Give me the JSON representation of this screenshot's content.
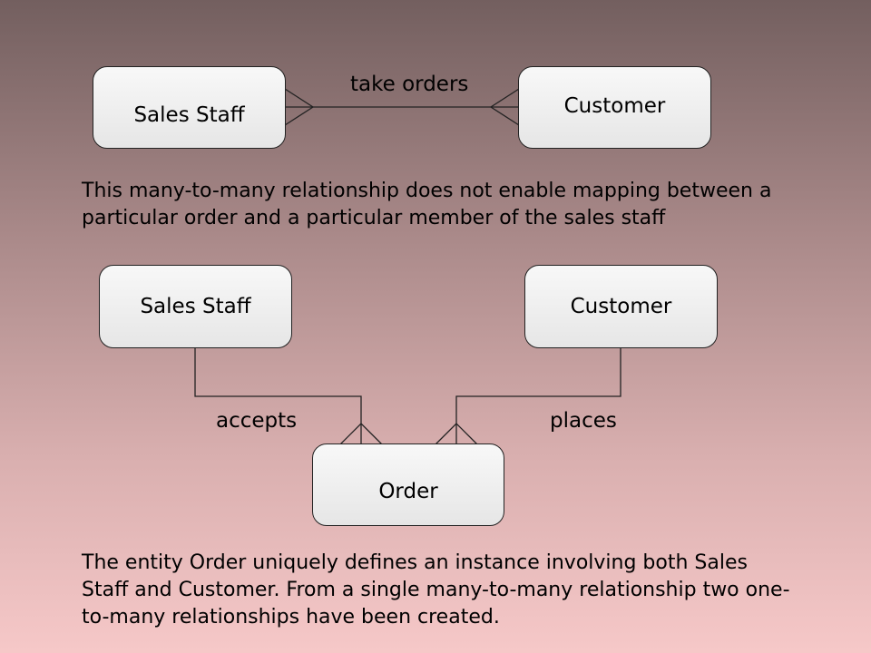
{
  "top_diagram": {
    "left_entity": "Sales Staff",
    "right_entity": "Customer",
    "relationship": "take orders"
  },
  "note_1": "This many-to-many relationship does not enable mapping between a particular order and a particular member of the sales staff",
  "bottom_diagram": {
    "left_entity": "Sales Staff",
    "right_entity": "Customer",
    "center_entity": "Order",
    "left_relationship": "accepts",
    "right_relationship": "places"
  },
  "note_2": "The entity Order uniquely defines an instance involving both Sales Staff and Customer. From a single many-to-many relationship two one-to-many relationships have been created."
}
